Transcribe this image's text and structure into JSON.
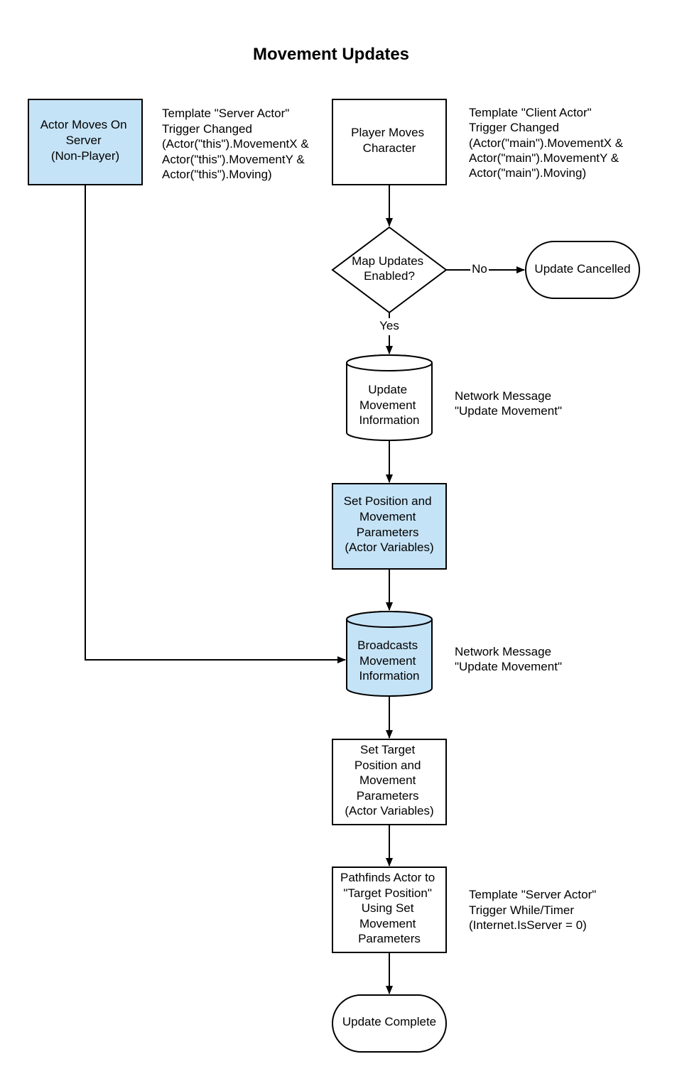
{
  "title": "Movement Updates",
  "colors": {
    "highlight_fill": "#c5e3f6",
    "default_fill": "#ffffff",
    "stroke": "#000000"
  },
  "nodes": {
    "actor_moves_on_server": {
      "lines": [
        "Actor Moves On",
        "Server",
        "(Non-Player)"
      ],
      "shape": "rectangle",
      "highlighted": true
    },
    "player_moves_character": {
      "lines": [
        "Player Moves",
        "Character"
      ],
      "shape": "rectangle",
      "highlighted": false
    },
    "map_updates_enabled": {
      "lines": [
        "Map Updates",
        "Enabled?"
      ],
      "shape": "diamond",
      "highlighted": false
    },
    "update_cancelled": {
      "lines": [
        "Update Cancelled"
      ],
      "shape": "terminator",
      "highlighted": false
    },
    "update_movement_information": {
      "lines": [
        "Update",
        "Movement",
        "Information"
      ],
      "shape": "cylinder",
      "highlighted": false
    },
    "set_position_parameters": {
      "lines": [
        "Set Position and",
        "Movement",
        "Parameters",
        "(Actor Variables)"
      ],
      "shape": "rectangle",
      "highlighted": true
    },
    "broadcasts_movement_information": {
      "lines": [
        "Broadcasts",
        "Movement",
        "Information"
      ],
      "shape": "cylinder",
      "highlighted": true
    },
    "set_target_position_parameters": {
      "lines": [
        "Set Target",
        "Position and",
        "Movement",
        "Parameters",
        "(Actor Variables)"
      ],
      "shape": "rectangle",
      "highlighted": false
    },
    "pathfinds_actor": {
      "lines": [
        "Pathfinds Actor to",
        "\"Target Position\"",
        "Using Set",
        "Movement",
        "Parameters"
      ],
      "shape": "rectangle",
      "highlighted": false
    },
    "update_complete": {
      "lines": [
        "Update Complete"
      ],
      "shape": "terminator",
      "highlighted": false
    }
  },
  "notes": {
    "server_actor_trigger": [
      "Template \"Server Actor\"",
      "Trigger Changed",
      "(Actor(\"this\").MovementX &",
      "Actor(\"this\").MovementY &",
      "Actor(\"this\").Moving)"
    ],
    "client_actor_trigger": [
      "Template \"Client Actor\"",
      "Trigger Changed",
      "(Actor(\"main\").MovementX &",
      "Actor(\"main\").MovementY &",
      "Actor(\"main\").Moving)"
    ],
    "network_message_1": [
      "Network Message",
      "\"Update Movement\""
    ],
    "network_message_2": [
      "Network Message",
      "\"Update Movement\""
    ],
    "server_actor_timer": [
      "Template \"Server Actor\"",
      "Trigger While/Timer",
      "(Internet.IsServer = 0)"
    ]
  },
  "edges": [
    {
      "from": "player_moves_character",
      "to": "map_updates_enabled",
      "label": ""
    },
    {
      "from": "map_updates_enabled",
      "to": "update_cancelled",
      "label": "No"
    },
    {
      "from": "map_updates_enabled",
      "to": "update_movement_information",
      "label": "Yes"
    },
    {
      "from": "update_movement_information",
      "to": "set_position_parameters",
      "label": ""
    },
    {
      "from": "set_position_parameters",
      "to": "broadcasts_movement_information",
      "label": ""
    },
    {
      "from": "actor_moves_on_server",
      "to": "broadcasts_movement_information",
      "label": ""
    },
    {
      "from": "broadcasts_movement_information",
      "to": "set_target_position_parameters",
      "label": ""
    },
    {
      "from": "set_target_position_parameters",
      "to": "pathfinds_actor",
      "label": ""
    },
    {
      "from": "pathfinds_actor",
      "to": "update_complete",
      "label": ""
    }
  ]
}
